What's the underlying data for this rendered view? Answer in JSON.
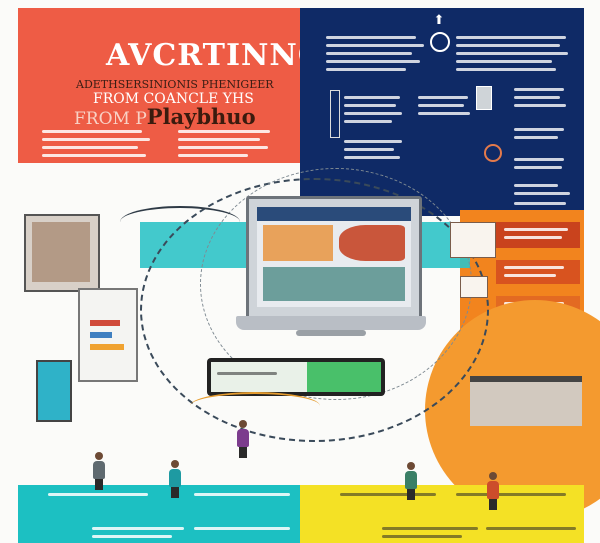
{
  "poster": {
    "title": "AVCRTINNG",
    "subtitle_line1": "ADETHSERSINIONIS PHENIGEER",
    "subtitle_line2": "FROM COANCLE YHS",
    "brand_prefix": "FROM P",
    "brand_word": "Playbhuo"
  },
  "colors": {
    "orange": "#ee5c45",
    "navy": "#0f2a66",
    "teal": "#1cc0c2",
    "yellow": "#f4e125",
    "accent_orange": "#f2841e"
  },
  "icons": [
    "arrow-up-icon",
    "ring-icon",
    "monitor-icon",
    "billboard-icon",
    "kiosk-icon",
    "tablet-icon",
    "person-icon"
  ]
}
